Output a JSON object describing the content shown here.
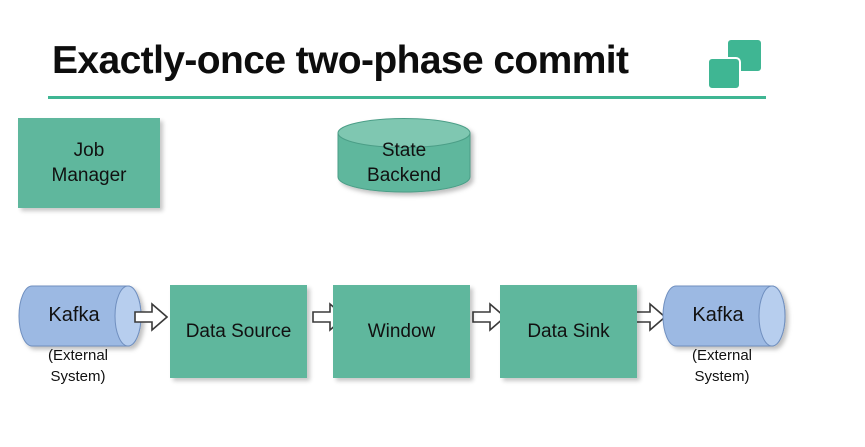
{
  "slide": {
    "title": "Exactly-once two-phase commit",
    "background_color": "#ffffff",
    "accent_color": "#3FB693",
    "box_color": "#5FB79D",
    "cylinder_blue": "#9CB9E3",
    "text_color": "#111111"
  },
  "logo": {
    "name": "two-squares-logo",
    "color": "#3FB693"
  },
  "nodes": {
    "job_manager": {
      "label": "Job\nManager",
      "shape": "rectangle",
      "color": "#5FB79D"
    },
    "state_backend": {
      "label": "State\nBackend",
      "shape": "cylinder",
      "color": "#5FB79D"
    },
    "kafka_source": {
      "label": "Kafka",
      "shape": "cylinder",
      "color": "#9CB9E3"
    },
    "kafka_sink": {
      "label": "Kafka",
      "shape": "cylinder",
      "color": "#9CB9E3"
    },
    "data_source": {
      "label": "Data Source",
      "shape": "rectangle",
      "color": "#5FB79D"
    },
    "window": {
      "label": "Window",
      "shape": "rectangle",
      "color": "#5FB79D"
    },
    "data_sink": {
      "label": "Data Sink",
      "shape": "rectangle",
      "color": "#5FB79D"
    }
  },
  "captions": {
    "external_left": "(External\nSystem)",
    "external_right": "(External\nSystem)"
  },
  "arrows": [
    {
      "name": "arrow-kafka-to-source",
      "direction": "right"
    },
    {
      "name": "arrow-source-to-window",
      "direction": "right"
    },
    {
      "name": "arrow-window-to-sink",
      "direction": "right"
    },
    {
      "name": "arrow-sink-to-kafka",
      "direction": "right"
    }
  ]
}
